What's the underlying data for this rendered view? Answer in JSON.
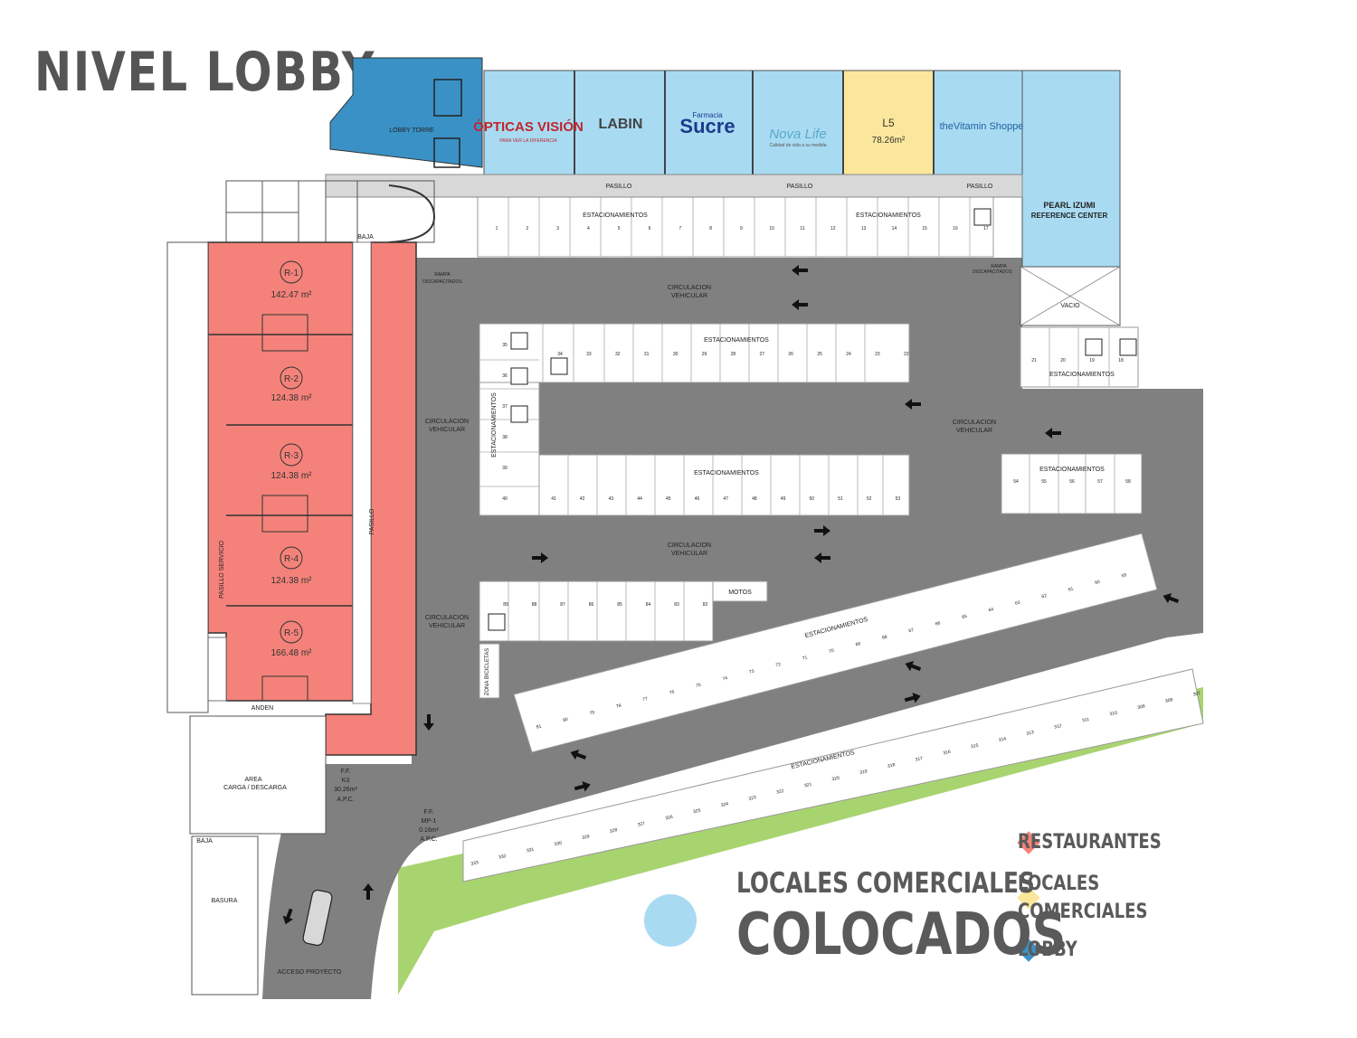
{
  "title": "NIVEL LOBBY",
  "colors": {
    "restaurant": "#f4827a",
    "commercial": "#fbe79b",
    "lobby": "#3a91c6",
    "sold": "#a8dbf2",
    "road": "#808080",
    "green": "#9fd36a"
  },
  "stores": [
    {
      "label": "ÓPTICAS VISIÓN",
      "sub": "PARA VER LA DIFERENCIA"
    },
    {
      "label": "LABIN"
    },
    {
      "label": "Sucre",
      "sub": "Farmacia"
    },
    {
      "label": "Nova Life",
      "sub": "Calidad de vida a su medida"
    },
    {
      "label": "L5",
      "sub": "78.26m²"
    },
    {
      "label": "theVitamin Shoppe"
    },
    {
      "label": "PEARL IZUMI",
      "sub": "REFERENCE CENTER"
    }
  ],
  "restaurants": [
    {
      "label": "R-1",
      "area": "142.47 m²"
    },
    {
      "label": "R-2",
      "area": "124.38 m²"
    },
    {
      "label": "R-3",
      "area": "124.38 m²"
    },
    {
      "label": "R-4",
      "area": "124.38 m²"
    },
    {
      "label": "R-5",
      "area": "166.48 m²"
    }
  ],
  "plan_labels": {
    "lobby_torre": "LOBBY TORRE",
    "pasillo": "PASILLO",
    "estacionamientos": "ESTACIONAMIENTOS",
    "circulacion": "CIRCULACION",
    "vehicular": "VEHICULAR",
    "vacio": "VACIO",
    "motos": "MOTOS",
    "zona_bicicletas": "ZONA BICICLETAS",
    "pasillo_servicio": "PASILLO SERVICIO",
    "anden": "ANDEN",
    "area": "AREA",
    "carga_descarga": "CARGA / DESCARGA",
    "baja": "BAJA",
    "basura": "BASURA",
    "acceso": "ACCESO PROYECTO",
    "rampa": "RAMPA",
    "discapacitados": "DISCAPACITADOS",
    "ff": "F.F.",
    "k3": "K3",
    "k3_area": "30.26m²",
    "mp1": "MP-1",
    "mp1_area": "0.16m²",
    "apc": "A.P.C."
  },
  "spaces": {
    "top_row": [
      "1",
      "2",
      "3",
      "4",
      "5",
      "6",
      "7",
      "8",
      "9",
      "10",
      "11",
      "12",
      "13",
      "14",
      "15",
      "16",
      "17"
    ],
    "upper_island_top": [
      "34",
      "33",
      "32",
      "31",
      "30",
      "29",
      "28",
      "27",
      "26",
      "25",
      "24",
      "23",
      "22"
    ],
    "upper_island_left": [
      "35",
      "36",
      "37",
      "38",
      "39",
      "40"
    ],
    "upper_island_bottom": [
      "41",
      "42",
      "43",
      "44",
      "45",
      "46",
      "47",
      "48",
      "49",
      "50",
      "51",
      "52",
      "53"
    ],
    "right_block": [
      "21",
      "20",
      "19",
      "18"
    ],
    "right_small": [
      "54",
      "55",
      "56",
      "57",
      "58"
    ],
    "lower_left": [
      "89",
      "88",
      "87",
      "86",
      "85",
      "84",
      "83",
      "82"
    ],
    "diagonal_a": [
      "81",
      "80",
      "79",
      "78",
      "77",
      "76",
      "75",
      "74",
      "73",
      "72",
      "71",
      "70",
      "69",
      "68",
      "67",
      "66",
      "65",
      "64",
      "63",
      "62",
      "61",
      "60",
      "59"
    ],
    "diagonal_b": [
      "333",
      "332",
      "331",
      "330",
      "329",
      "328",
      "327",
      "326",
      "325",
      "324",
      "323",
      "322",
      "321",
      "320",
      "319",
      "318",
      "317",
      "316",
      "315",
      "314",
      "313",
      "312",
      "311",
      "310",
      "309",
      "308",
      "307"
    ]
  },
  "legend": {
    "restaurantes": "RESTAURANTES",
    "locales_1": "LOCALES",
    "locales_2": "COMERCIALES",
    "lobby": "LOBBY"
  },
  "sold": {
    "line1": "LOCALES COMERCIALES",
    "line2": "COLOCADOS"
  }
}
